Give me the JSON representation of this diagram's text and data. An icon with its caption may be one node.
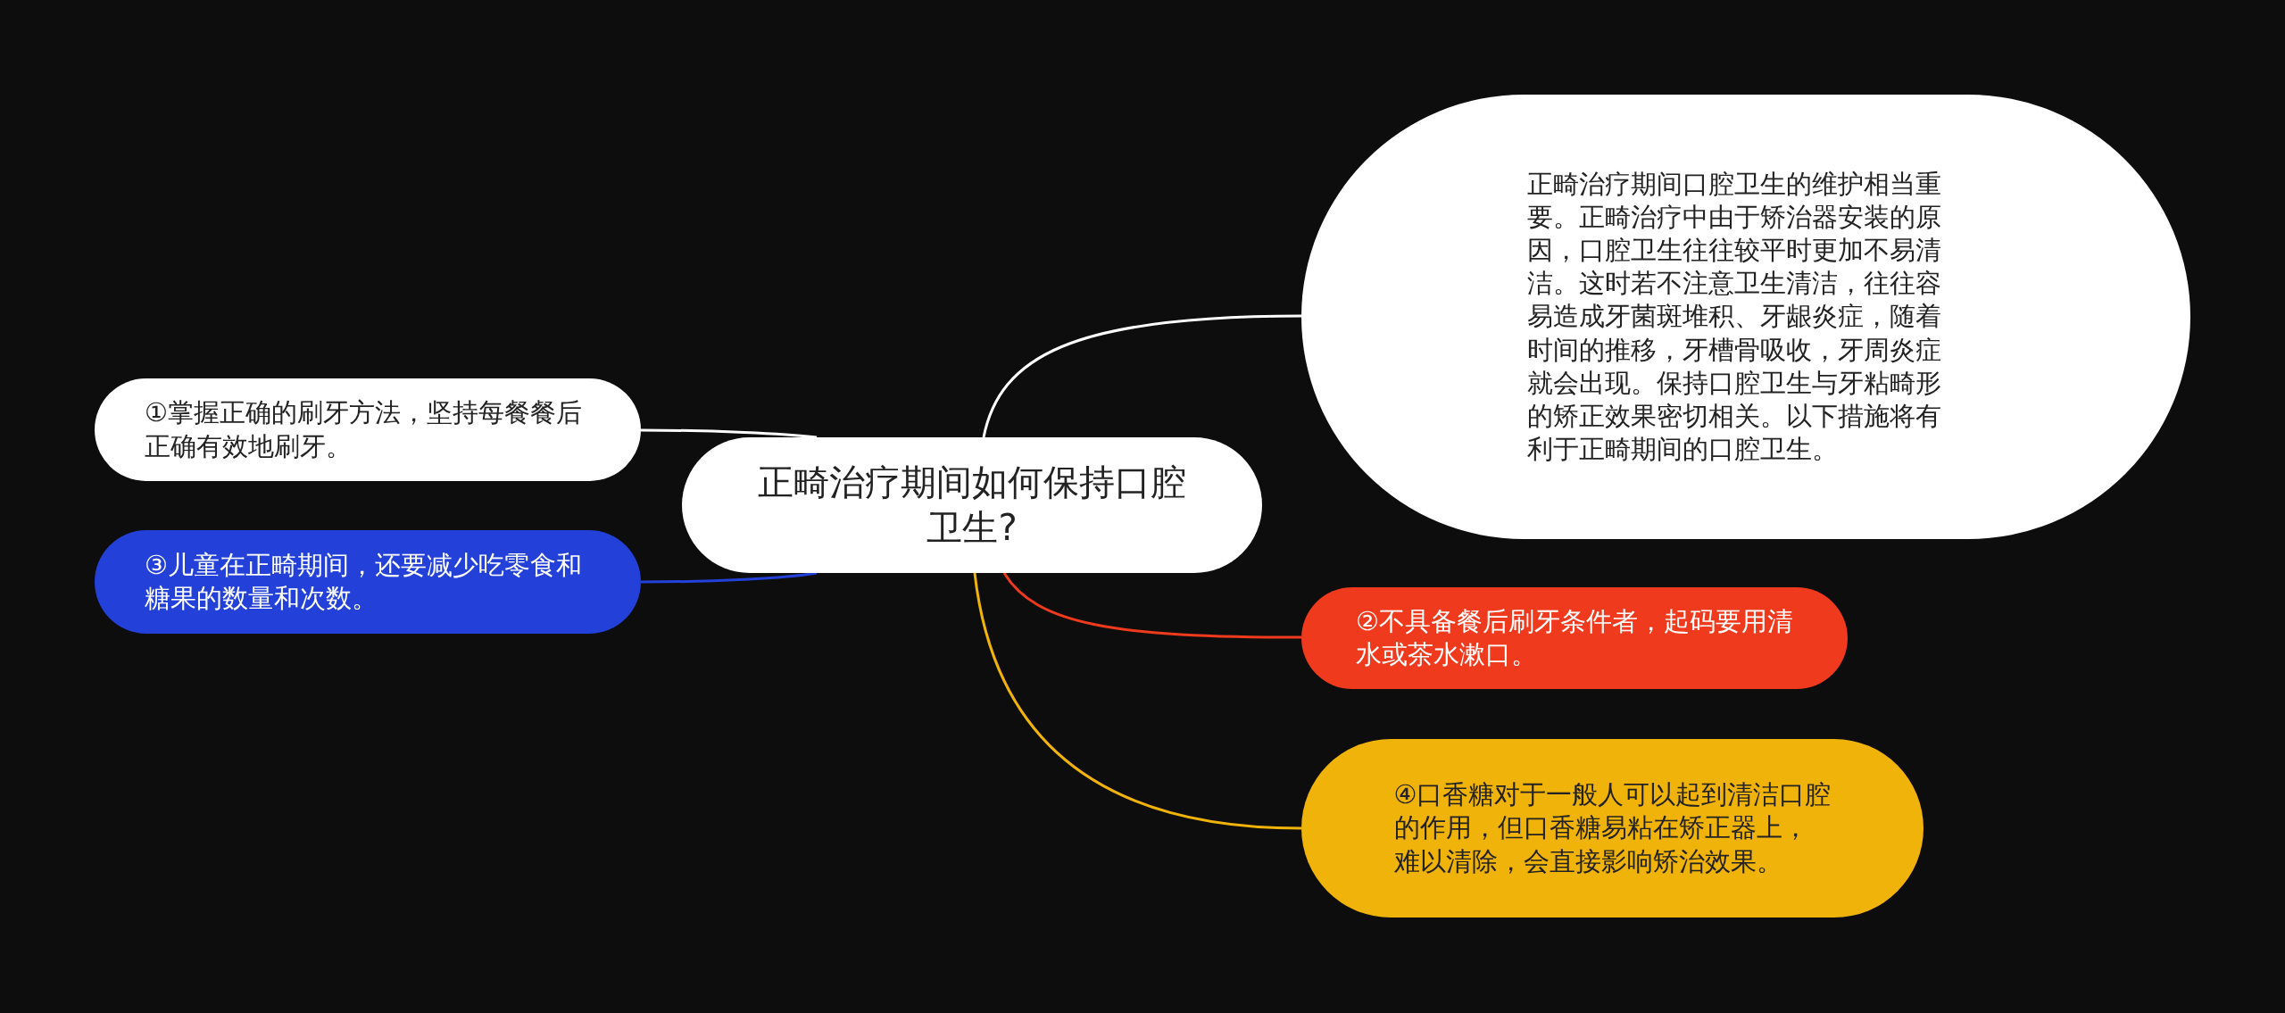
{
  "diagram": {
    "nodes": [
      {
        "text": [
          "正畸治疗期间如何保持口腔卫生?"
        ]
      },
      {
        "text": [
          "①掌握正确的刷牙方法，坚持每餐餐后正确有效地刷牙。"
        ]
      },
      {
        "text": [
          "③儿童在正畸期间，还要减少吃零食和糖果的数量和次数。"
        ]
      },
      {
        "text": [
          "正畸治疗期间口腔卫生的维护相当重要。正畸治疗中由于矫治器安装的原因，口腔卫生往往较平时更加不易清洁。这时若不注意卫生清洁，往往容易造成牙菌斑堆积、牙龈炎症，随着时间的推移，牙槽骨吸收，牙周炎症就会出现。保持口腔卫生与牙粘畸形的矫正效果密切相关。以下措施将有利于正畸期间的口腔卫生。"
        ]
      },
      {
        "text": [
          "②不具备餐后刷牙条件者，起码要用清水或茶水漱口。"
        ]
      },
      {
        "text": [
          "④口香糖对于一般人可以起到清洁口腔的作用，但口香糖易粘在矫正器上，难以清除，会直接影响矫治效果。"
        ]
      }
    ],
    "edges": [
      {
        "from": 0,
        "to": 1,
        "arrow": "none",
        "color": "#ffffff"
      },
      {
        "from": 0,
        "to": 2,
        "arrow": "none",
        "color": "#2340d8"
      },
      {
        "from": 0,
        "to": 3,
        "arrow": "none",
        "color": "#ffffff"
      },
      {
        "from": 0,
        "to": 4,
        "arrow": "none",
        "color": "#f03a1e"
      },
      {
        "from": 0,
        "to": 5,
        "arrow": "none",
        "color": "#f0b30a"
      }
    ]
  }
}
